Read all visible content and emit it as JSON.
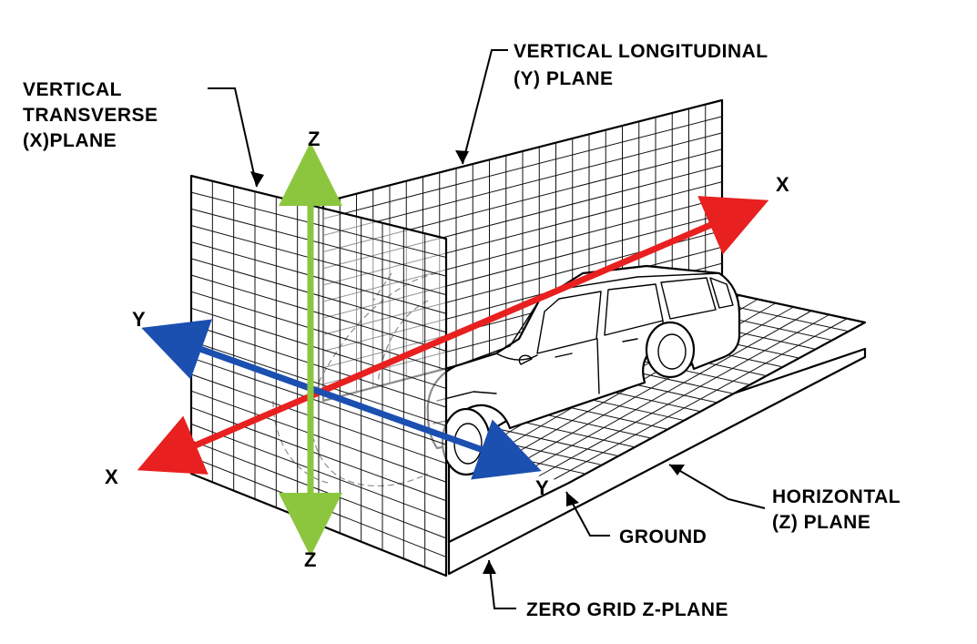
{
  "labels": {
    "vertical_transverse": [
      "VERTICAL",
      "TRANSVERSE",
      "(X)PLANE"
    ],
    "vertical_longitudinal": [
      "VERTICAL LONGITUDINAL",
      "(Y) PLANE"
    ],
    "horizontal": [
      "HORIZONTAL",
      "(Z) PLANE"
    ],
    "ground": "GROUND",
    "zero_grid": "ZERO GRID Z-PLANE"
  },
  "axes": {
    "x_label": "X",
    "y_label": "Y",
    "z_label": "Z",
    "colors": {
      "x_axis": "#e8201f",
      "y_axis": "#1b4fb0",
      "z_axis": "#8cc63f"
    }
  }
}
